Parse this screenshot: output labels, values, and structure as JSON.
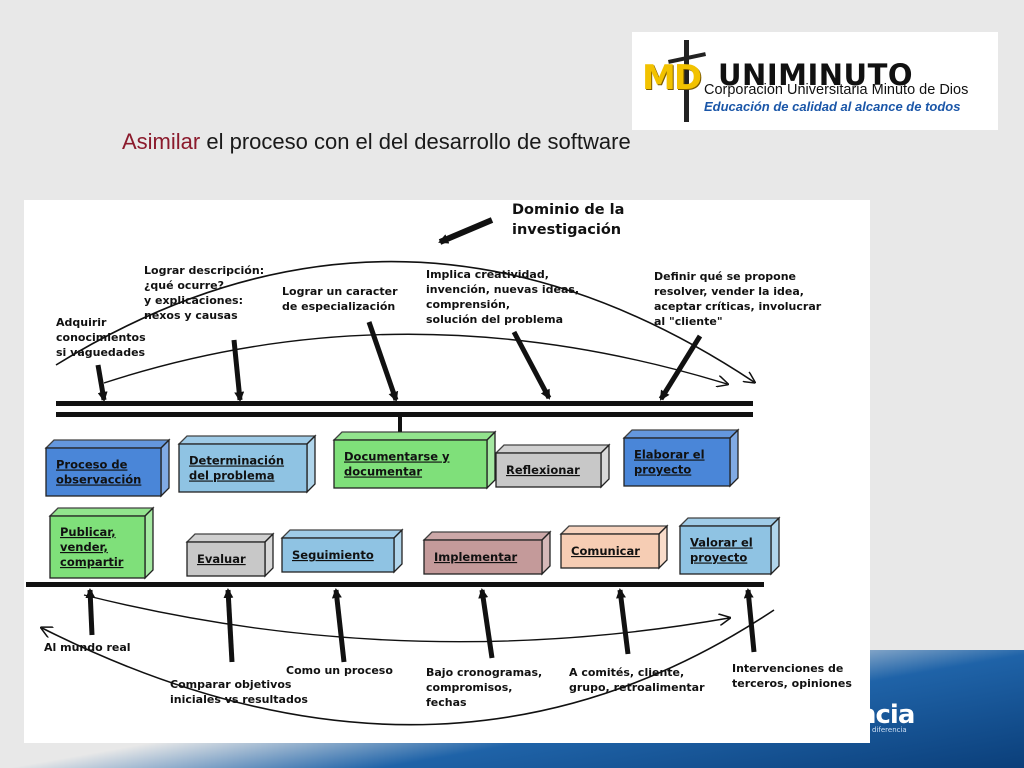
{
  "title": {
    "highlight": "Asimilar",
    "rest": " el proceso con el del desarrollo de software"
  },
  "logo": {
    "md": "MD",
    "name": "UNIMINUTO",
    "corp": "Corporación Universitaria Minuto de Dios",
    "slogan": "Educación de calidad al alcance de todos"
  },
  "footer": {
    "text": "ncia",
    "sub": "diferencia"
  },
  "diagram": {
    "domain_label": [
      "Dominio de la",
      "investigación"
    ],
    "top_labels": [
      [
        "Adquirir",
        "conocimientos",
        "si vaguedades"
      ],
      [
        "Lograr descripción:",
        "¿qué ocurre?",
        "y explicaciones:",
        "nexos y causas"
      ],
      [
        "Lograr un caracter",
        "de especialización"
      ],
      [
        "Implica creatividad,",
        "invención, nuevas ideas,",
        "comprensión,",
        "solución del problema"
      ],
      [
        "Definir qué se propone",
        "resolver, vender la idea,",
        "aceptar críticas, involucrar",
        "al \"cliente\""
      ]
    ],
    "top_boxes": [
      {
        "lines": [
          "Proceso de",
          "observacción"
        ],
        "color": "#4a86d8"
      },
      {
        "lines": [
          "Determinación",
          "del problema"
        ],
        "color": "#8fc3e3"
      },
      {
        "lines": [
          "Documentarse y",
          "documentar"
        ],
        "color": "#7fe07a"
      },
      {
        "lines": [
          "Reflexionar"
        ],
        "color": "#c8c8c8"
      },
      {
        "lines": [
          "Elaborar el",
          "proyecto"
        ],
        "color": "#4a86d8"
      }
    ],
    "bottom_boxes": [
      {
        "lines": [
          "Publicar,",
          "vender,",
          "compartir"
        ],
        "color": "#7fe07a"
      },
      {
        "lines": [
          "Evaluar"
        ],
        "color": "#c8c8c8"
      },
      {
        "lines": [
          "Seguimiento"
        ],
        "color": "#8fc3e3"
      },
      {
        "lines": [
          "Implementar"
        ],
        "color": "#c49a9a"
      },
      {
        "lines": [
          "Comunicar"
        ],
        "color": "#f6cdb4"
      },
      {
        "lines": [
          "Valorar el",
          "proyecto"
        ],
        "color": "#8fc3e3"
      }
    ],
    "bottom_labels": [
      [
        "Al mundo real"
      ],
      [
        "Comparar objetivos",
        "iniciales vs resultados"
      ],
      [
        "Como un proceso"
      ],
      [
        "Bajo cronogramas,",
        "compromisos,",
        "fechas"
      ],
      [
        "A comités, cliente,",
        "grupo, retroalimentar"
      ],
      [
        "Intervenciones de",
        "terceros, opiniones"
      ]
    ]
  }
}
